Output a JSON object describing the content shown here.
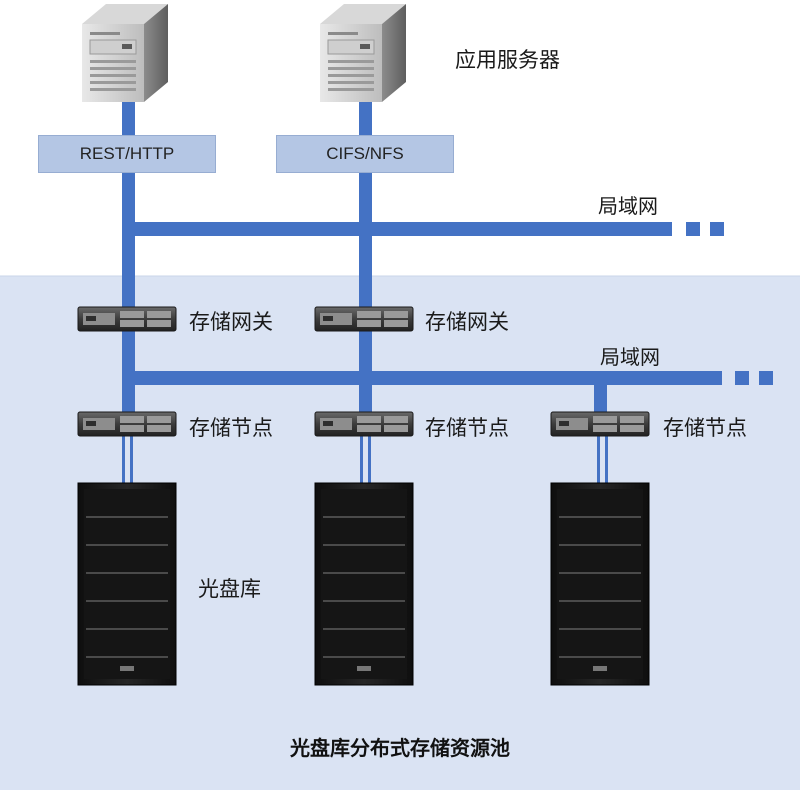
{
  "servers_label": "应用服务器",
  "protocols": {
    "rest": "REST/HTTP",
    "cifs": "CIFS/NFS"
  },
  "lan_top_label": "局域网",
  "lan_bottom_label": "局域网",
  "gateway_label": "存储网关",
  "node_label": "存储节点",
  "library_label": "光盘库",
  "pool_title": "光盘库分布式存储资源池",
  "colors": {
    "network_line": "#4472c4",
    "pool_background": "#dae3f3",
    "protocol_box": "#b4c6e4"
  }
}
